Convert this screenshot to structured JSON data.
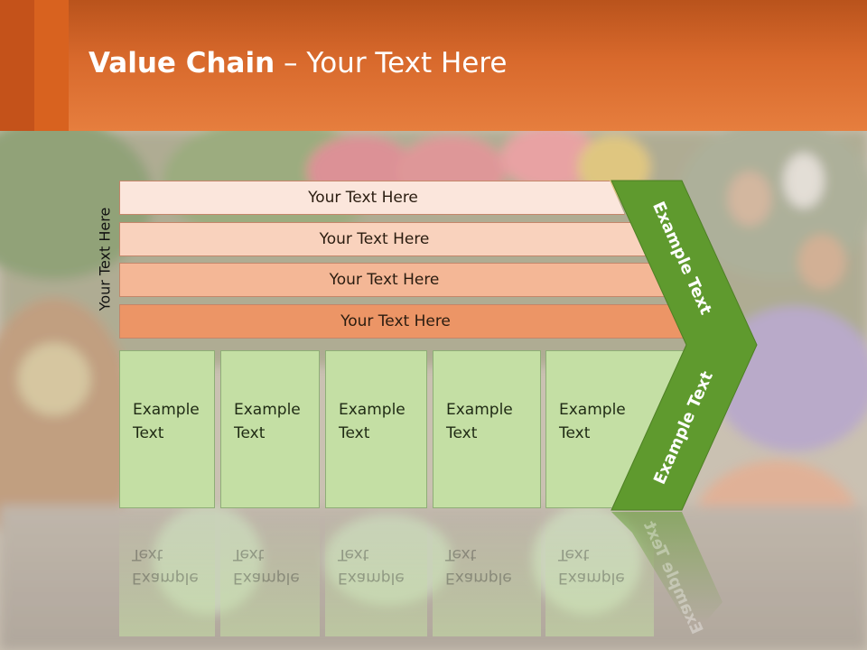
{
  "slide": {
    "title_bold": "Value Chain",
    "title_rest": " – Your Text Here"
  },
  "side_label": "Your Text Here",
  "bars": [
    {
      "label": "Your Text Here",
      "color": "#fbe6dc"
    },
    {
      "label": "Your Text Here",
      "color": "#f9d2bd"
    },
    {
      "label": "Your Text Here",
      "color": "#f4b796"
    },
    {
      "label": "Your Text Here",
      "color": "#ec9566"
    }
  ],
  "boxes": [
    {
      "line1": "Example",
      "line2": "Text"
    },
    {
      "line1": "Example",
      "line2": "Text"
    },
    {
      "line1": "Example",
      "line2": "Text"
    },
    {
      "line1": "Example",
      "line2": "Text"
    },
    {
      "line1": "Example",
      "line2": "Text"
    }
  ],
  "chevron": {
    "upper_text": "Example Text",
    "lower_text": "Example Text",
    "color": "#5f9a2e"
  },
  "colors": {
    "header": "#e07434",
    "box_fill": "#c4dfa4"
  }
}
